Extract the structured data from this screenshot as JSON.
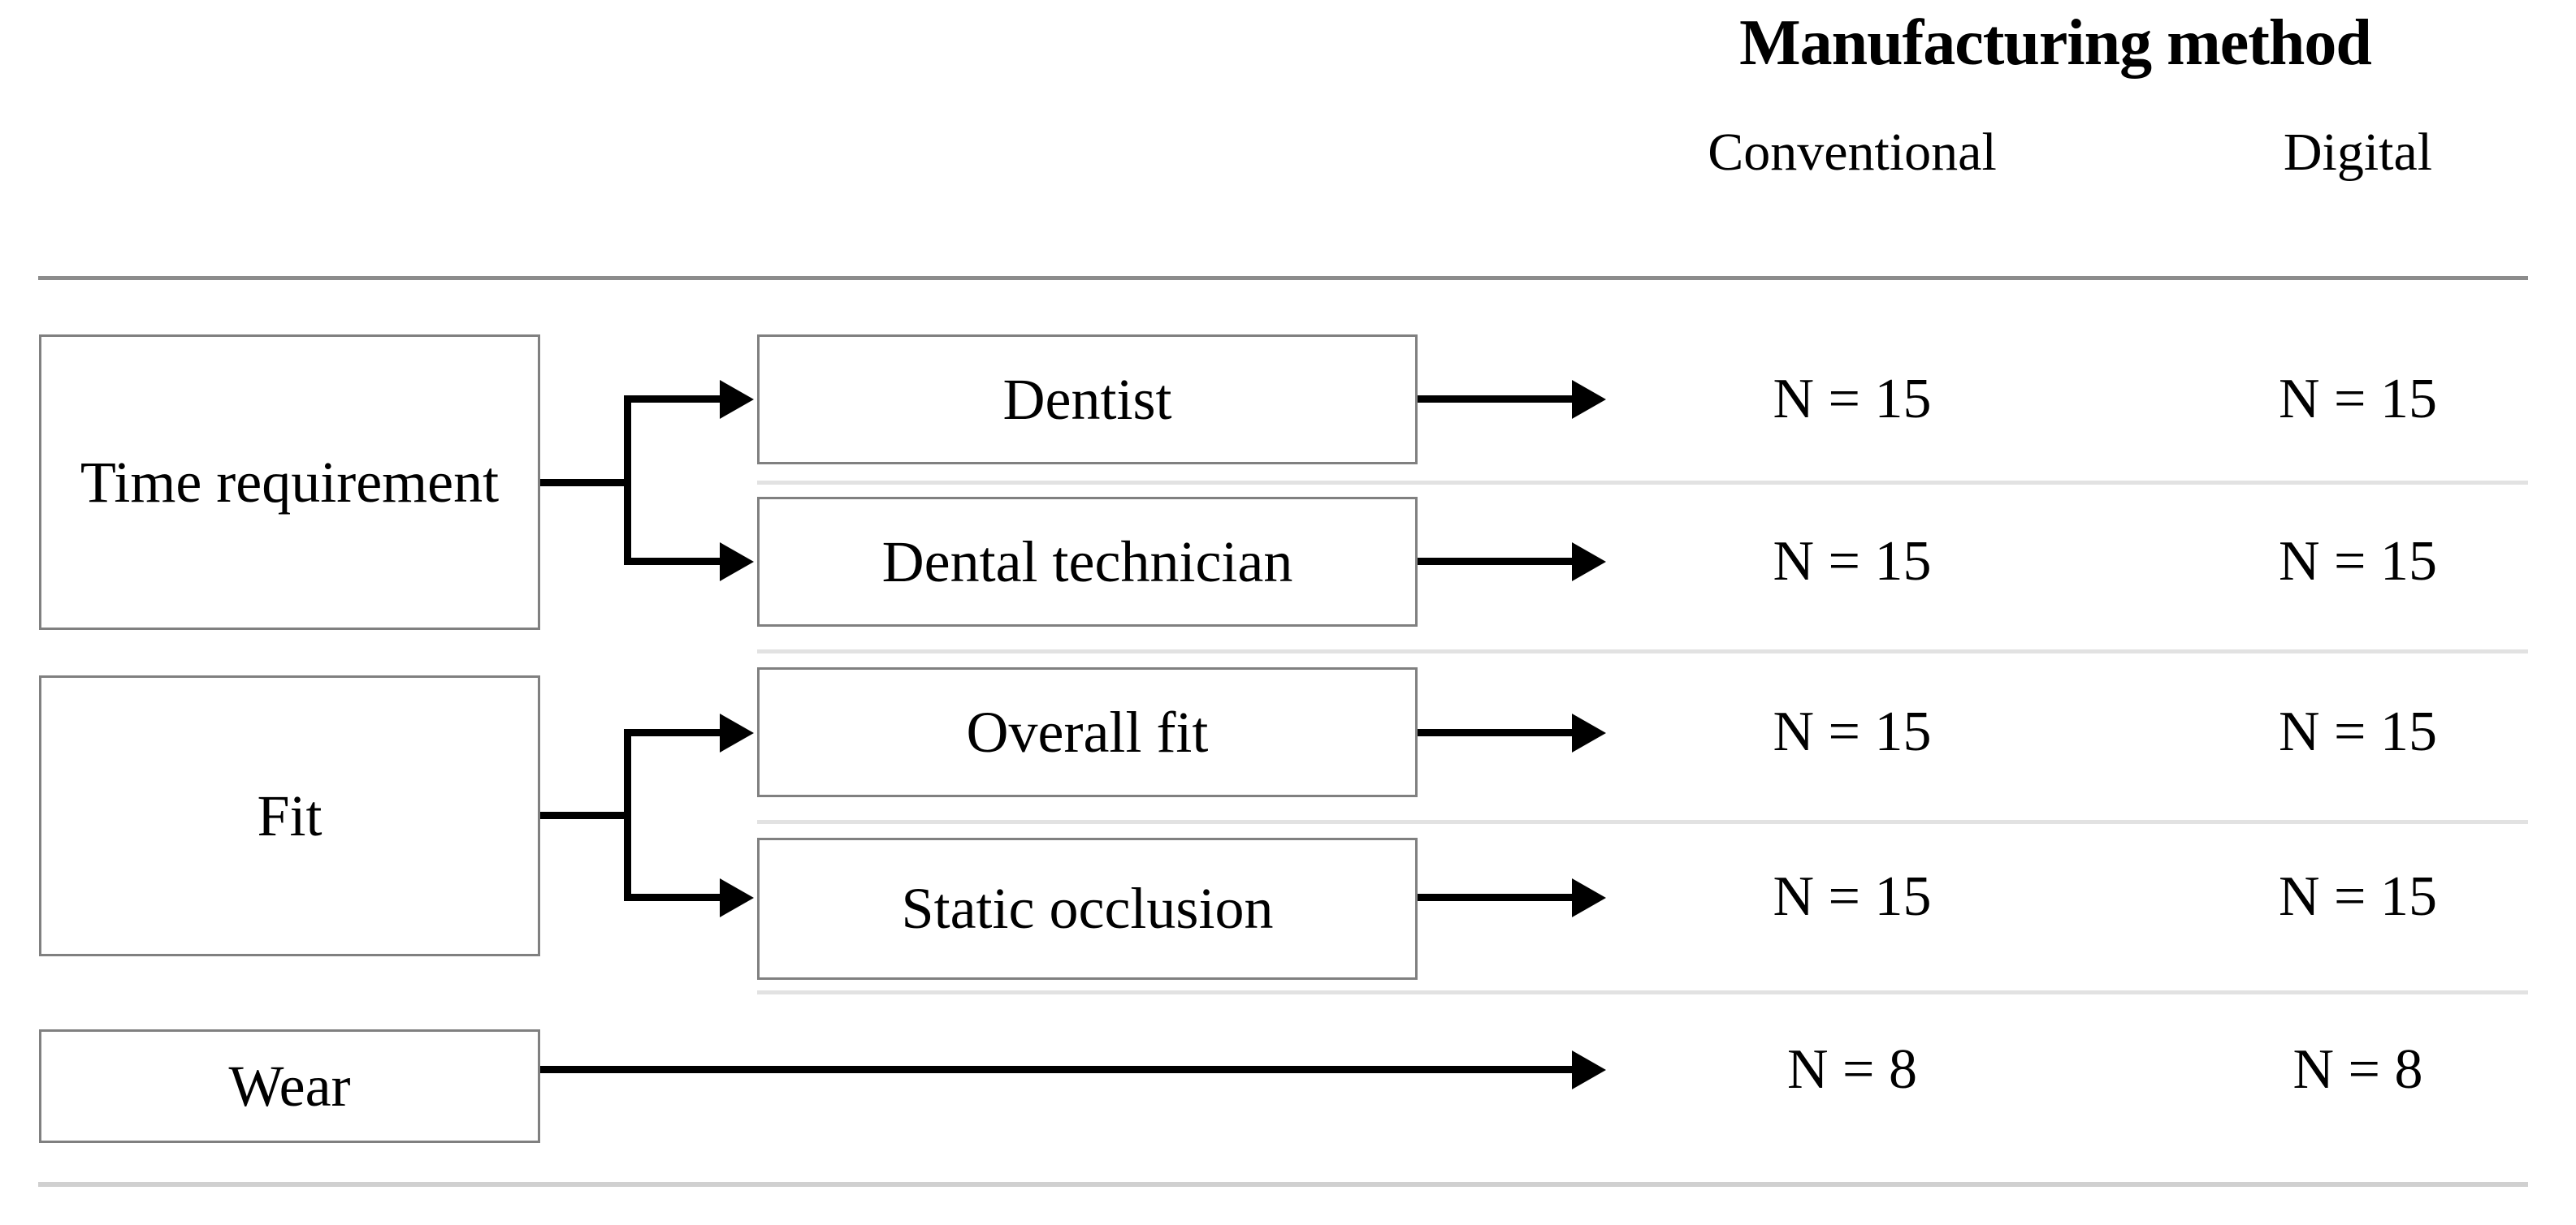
{
  "header": {
    "title": "Manufacturing method",
    "columns": [
      "Conventional",
      "Digital"
    ]
  },
  "categories": [
    {
      "label": "Time requirement"
    },
    {
      "label": "Fit"
    },
    {
      "label": "Wear"
    }
  ],
  "subitems": [
    {
      "label": "Dentist"
    },
    {
      "label": "Dental technician"
    },
    {
      "label": "Overall fit"
    },
    {
      "label": "Static occlusion"
    }
  ],
  "rows": [
    {
      "item": "Dentist",
      "conventional": "N = 15",
      "digital": "N = 15"
    },
    {
      "item": "Dental technician",
      "conventional": "N = 15",
      "digital": "N = 15"
    },
    {
      "item": "Overall fit",
      "conventional": "N = 15",
      "digital": "N = 15"
    },
    {
      "item": "Static occlusion",
      "conventional": "N = 15",
      "digital": "N = 15"
    },
    {
      "item": "Wear",
      "conventional": "N = 8",
      "digital": "N = 8"
    }
  ],
  "colors": {
    "box_border": "#808080",
    "line": "#000000",
    "rule": "#8c8c8c",
    "row_separator": "#e2e2e2",
    "text": "#000000",
    "background": "#ffffff"
  }
}
